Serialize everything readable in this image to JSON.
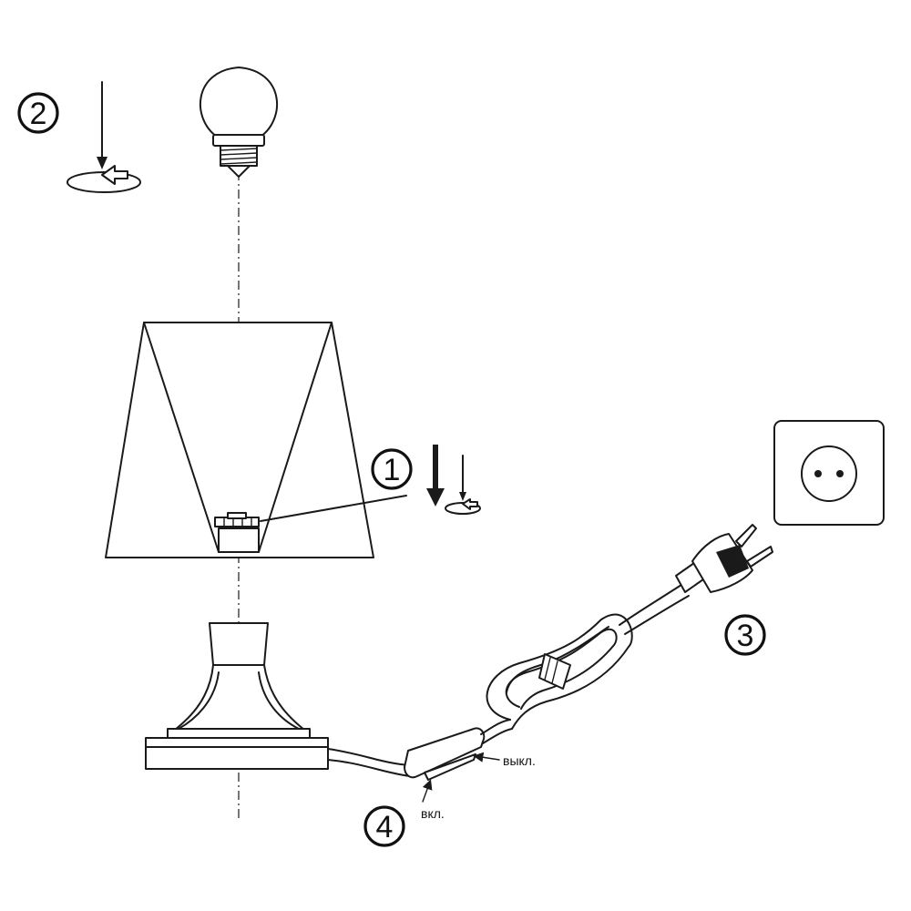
{
  "steps": {
    "step1": "1",
    "step2": "2",
    "step3": "3",
    "step4": "4"
  },
  "switch_labels": {
    "off": "выкл.",
    "on": "вкл."
  },
  "colors": {
    "line": "#1a1a1a",
    "background": "#ffffff"
  }
}
